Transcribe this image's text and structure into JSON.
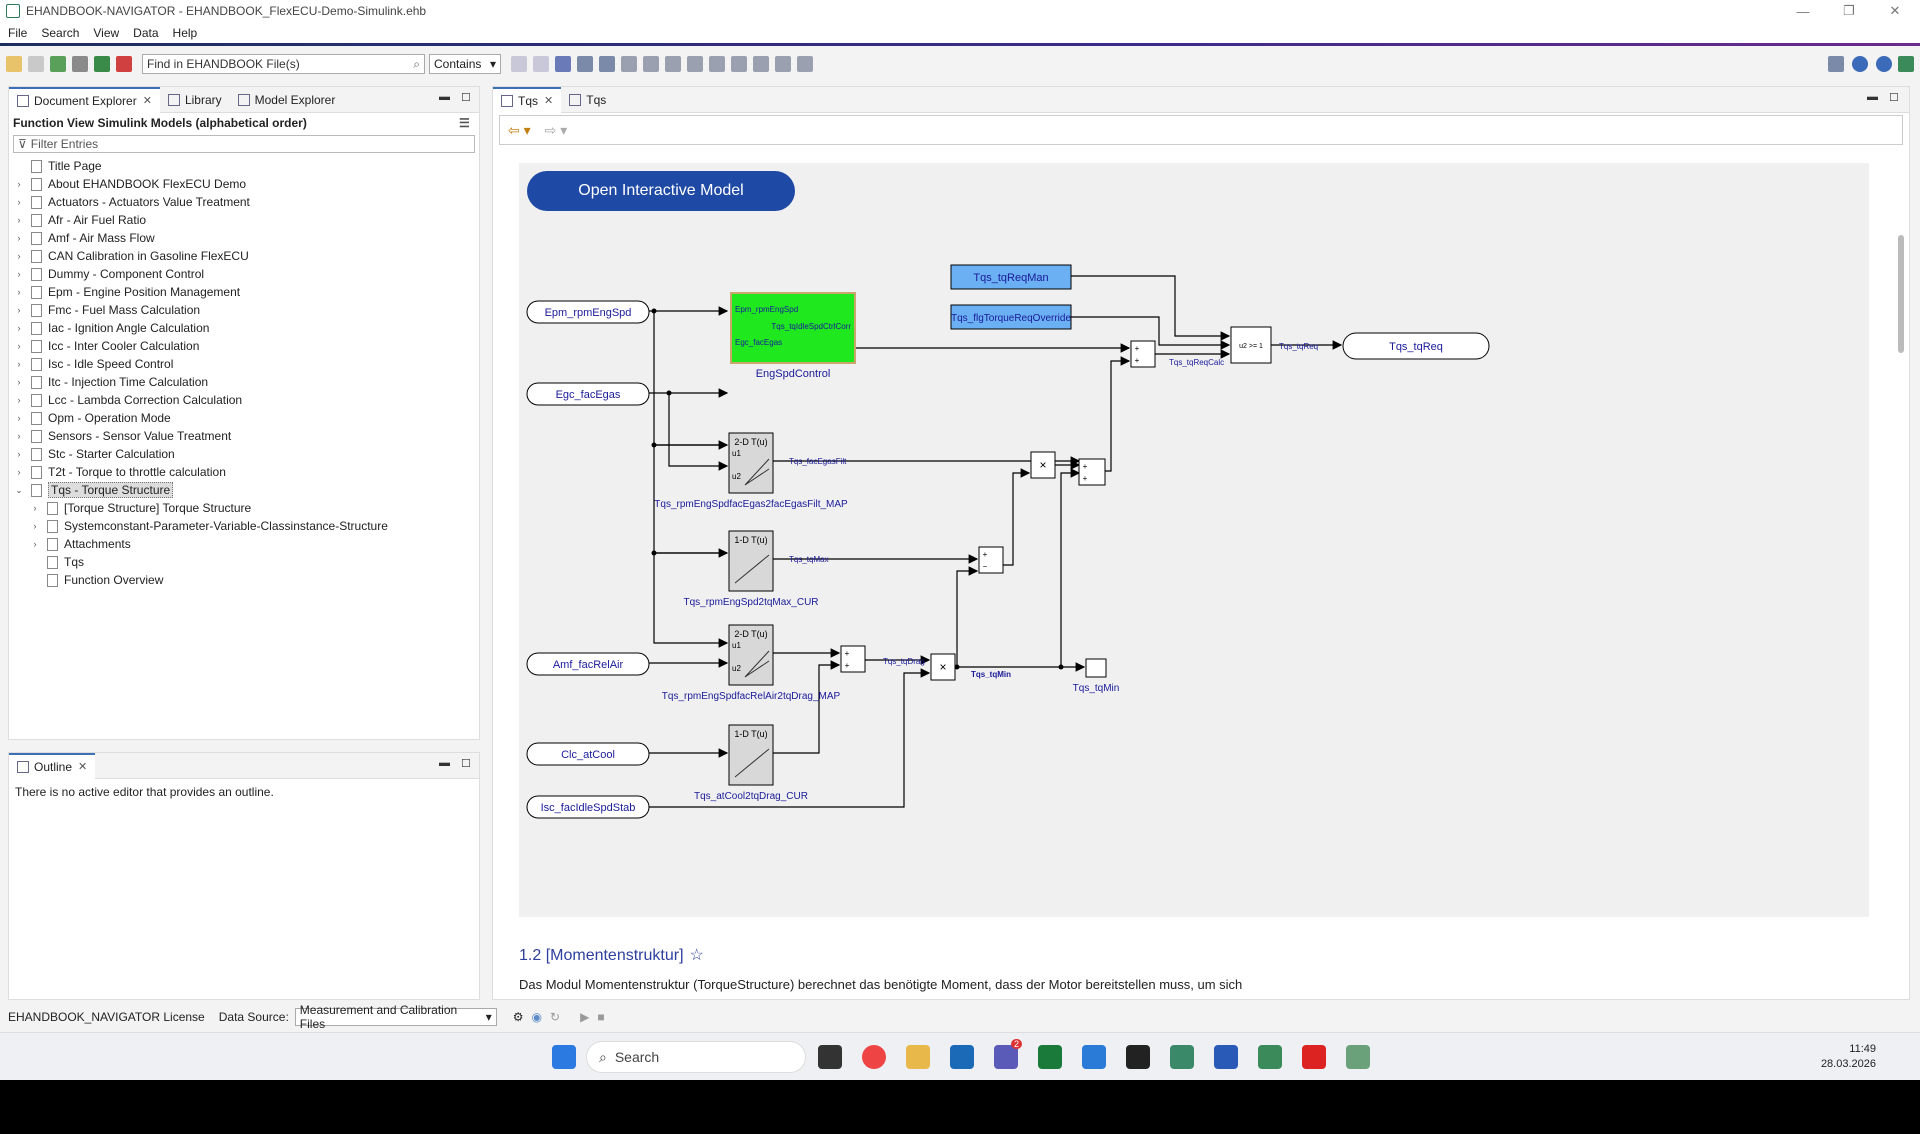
{
  "window": {
    "title": "EHANDBOOK-NAVIGATOR - EHANDBOOK_FlexECU-Demo-Simulink.ehb"
  },
  "menu": [
    "File",
    "Search",
    "View",
    "Data",
    "Help"
  ],
  "toolbar": {
    "find_value": "Find in EHANDBOOK File(s)",
    "contains_label": "Contains"
  },
  "left_panel": {
    "tabs": [
      "Document Explorer",
      "Library",
      "Model Explorer"
    ],
    "header": "Function View Simulink Models (alphabetical order)",
    "filter_placeholder": "Filter Entries",
    "tree": [
      {
        "label": "Title Page",
        "expander": "",
        "level": 0
      },
      {
        "label": "About EHANDBOOK FlexECU Demo",
        "expander": "›",
        "level": 0
      },
      {
        "label": "Actuators - Actuators Value Treatment",
        "expander": "›",
        "level": 0
      },
      {
        "label": "Afr - Air Fuel Ratio",
        "expander": "›",
        "level": 0
      },
      {
        "label": "Amf - Air Mass Flow",
        "expander": "›",
        "level": 0
      },
      {
        "label": "CAN Calibration in Gasoline FlexECU",
        "expander": "›",
        "level": 0
      },
      {
        "label": "Dummy - Component Control",
        "expander": "›",
        "level": 0
      },
      {
        "label": "Epm - Engine Position Management",
        "expander": "›",
        "level": 0
      },
      {
        "label": "Fmc - Fuel Mass Calculation",
        "expander": "›",
        "level": 0
      },
      {
        "label": "Iac - Ignition Angle Calculation",
        "expander": "›",
        "level": 0
      },
      {
        "label": "Icc - Inter Cooler Calculation",
        "expander": "›",
        "level": 0
      },
      {
        "label": "Isc - Idle Speed Control",
        "expander": "›",
        "level": 0
      },
      {
        "label": "Itc - Injection Time Calculation",
        "expander": "›",
        "level": 0
      },
      {
        "label": "Lcc - Lambda Correction Calculation",
        "expander": "›",
        "level": 0
      },
      {
        "label": "Opm - Operation Mode",
        "expander": "›",
        "level": 0
      },
      {
        "label": "Sensors - Sensor Value Treatment",
        "expander": "›",
        "level": 0
      },
      {
        "label": "Stc - Starter Calculation",
        "expander": "›",
        "level": 0
      },
      {
        "label": "T2t - Torque to throttle calculation",
        "expander": "›",
        "level": 0
      },
      {
        "label": "Tqs - Torque Structure",
        "expander": "⌄",
        "level": 0,
        "selected": true
      },
      {
        "label": "[Torque Structure] Torque Structure",
        "expander": "›",
        "level": 1
      },
      {
        "label": "Systemconstant-Parameter-Variable-Classinstance-Structure",
        "expander": "›",
        "level": 1
      },
      {
        "label": "Attachments",
        "expander": "›",
        "level": 1
      },
      {
        "label": "Tqs",
        "expander": "",
        "level": 1
      },
      {
        "label": "Function Overview",
        "expander": "",
        "level": 1
      }
    ]
  },
  "outline": {
    "tab": "Outline",
    "message": "There is no active editor that provides an outline."
  },
  "status": {
    "license": "EHANDBOOK_NAVIGATOR License",
    "datasource_label": "Data Source:",
    "datasource_value": "Measurement and Calibration Files"
  },
  "editor": {
    "tabs": [
      "Tqs",
      "Tqs"
    ],
    "open_button": "Open Interactive Model",
    "section_heading": "1.2 [Momentenstruktur]",
    "paragraph": "Das Modul Momentenstruktur (TorqueStructure) berechnet das benötigte Moment, dass der Motor bereitstellen muss, um sich"
  },
  "diagram": {
    "inports": [
      "Epm_rpmEngSpd",
      "Egc_facEgas",
      "Amf_facRelAir",
      "Clc_atCool",
      "Isc_facIdleSpdStab"
    ],
    "param_blocks": [
      "Tqs_tqReqMan",
      "Tqs_flgTorqueReqOverride"
    ],
    "outport": "Tqs_tqReq",
    "subsystem": {
      "name": "EngSpdControl",
      "in1": "Epm_rpmEngSpd",
      "in2": "Egc_facEgas",
      "out": "Tqs_tqIdleSpdCtrlCorr"
    },
    "lookups": [
      {
        "type": "2-D T(u)",
        "name": "Tqs_rpmEngSpdfacEgas2facEgasFilt_MAP",
        "signal": "Tqs_facEgasFilt",
        "u1": "u1",
        "u2": "u2"
      },
      {
        "type": "1-D T(u)",
        "name": "Tqs_rpmEngSpd2tqMax_CUR",
        "signal": "Tqs_tqMax"
      },
      {
        "type": "2-D T(u)",
        "name": "Tqs_rpmEngSpdfacRelAir2tqDrag_MAP",
        "signal": "Tqs_tqDrag",
        "u1": "u1",
        "u2": "u2"
      },
      {
        "type": "1-D T(u)",
        "name": "Tqs_atCool2tqDrag_CUR",
        "signal": ""
      }
    ],
    "signals": {
      "tqMin": "Tqs_tqMin",
      "tqReqCalc": "Tqs_tqReqCalc",
      "tqReq": "Tqs_tqReq"
    },
    "terminator": "Tqs_tqMin",
    "switch_label": "u2 >= 1"
  },
  "taskbar": {
    "search": "Search",
    "time": "11:49",
    "date": "28.03.2026",
    "teams_badge": "2"
  }
}
